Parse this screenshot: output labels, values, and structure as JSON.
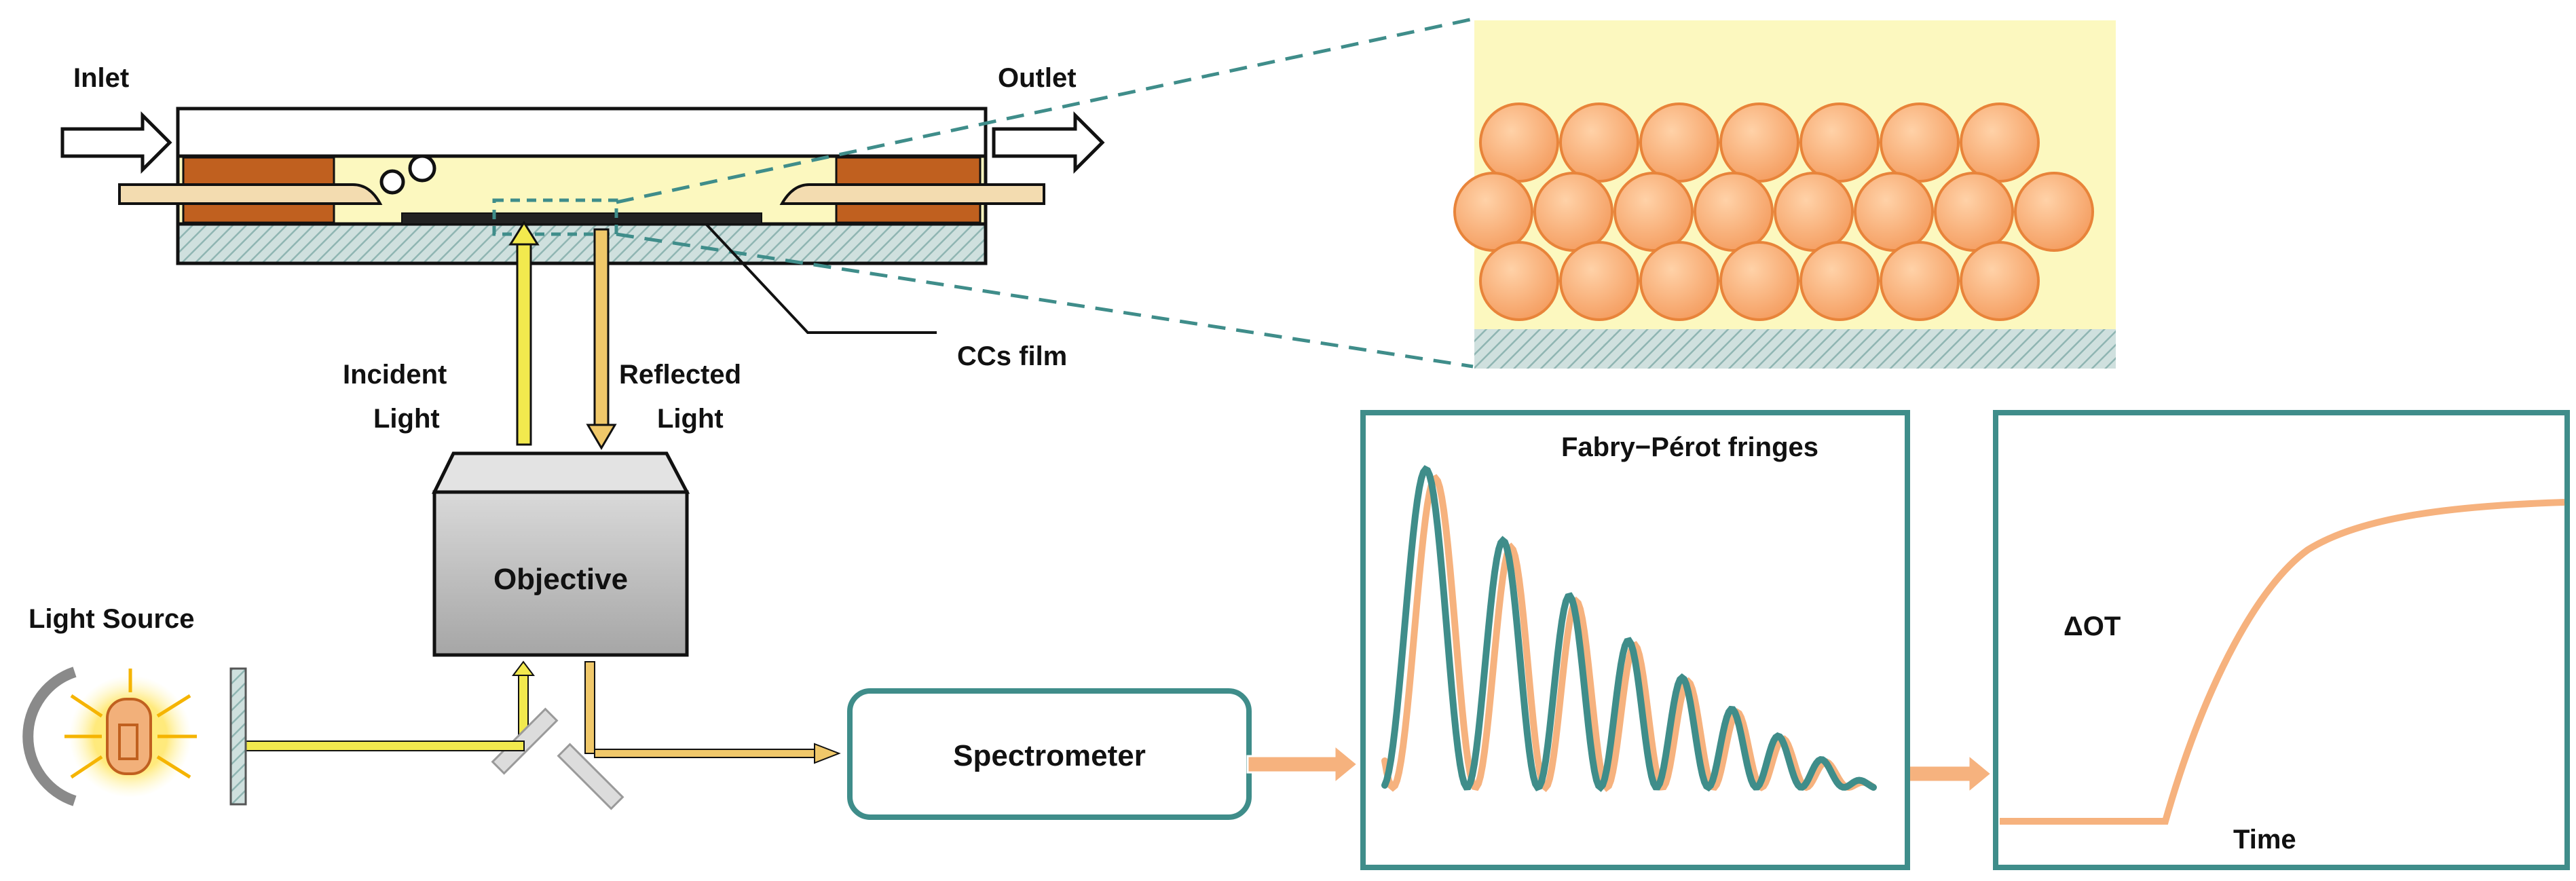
{
  "labels": {
    "inlet": "Inlet",
    "outlet": "Outlet",
    "ccs_film": "CCs film",
    "incident_light_1": "Incident",
    "incident_light_2": "Light",
    "reflected_light_1": "Reflected",
    "reflected_light_2": "Light",
    "objective": "Objective",
    "light_source": "Light Source",
    "spectrometer": "Spectrometer",
    "fringes_title": "Fabry−Pérot fringes",
    "delta_ot": "ΔOT",
    "time": "Time"
  },
  "colors": {
    "teal": "#3f8d8a",
    "teal_light": "#7fbdb9",
    "orange": "#f6b27e",
    "sphere": "#f5a86a",
    "sphere_edge": "#e8843a",
    "fluid": "#fcf8bf",
    "gasket": "#c0601f",
    "yellow_beam": "#f2e94e",
    "gold_beam": "#f0c86a",
    "objective_gray": "#b8b8b8"
  },
  "icons": [
    "right-arrow-icon",
    "lamp-icon",
    "bubble-icon"
  ]
}
